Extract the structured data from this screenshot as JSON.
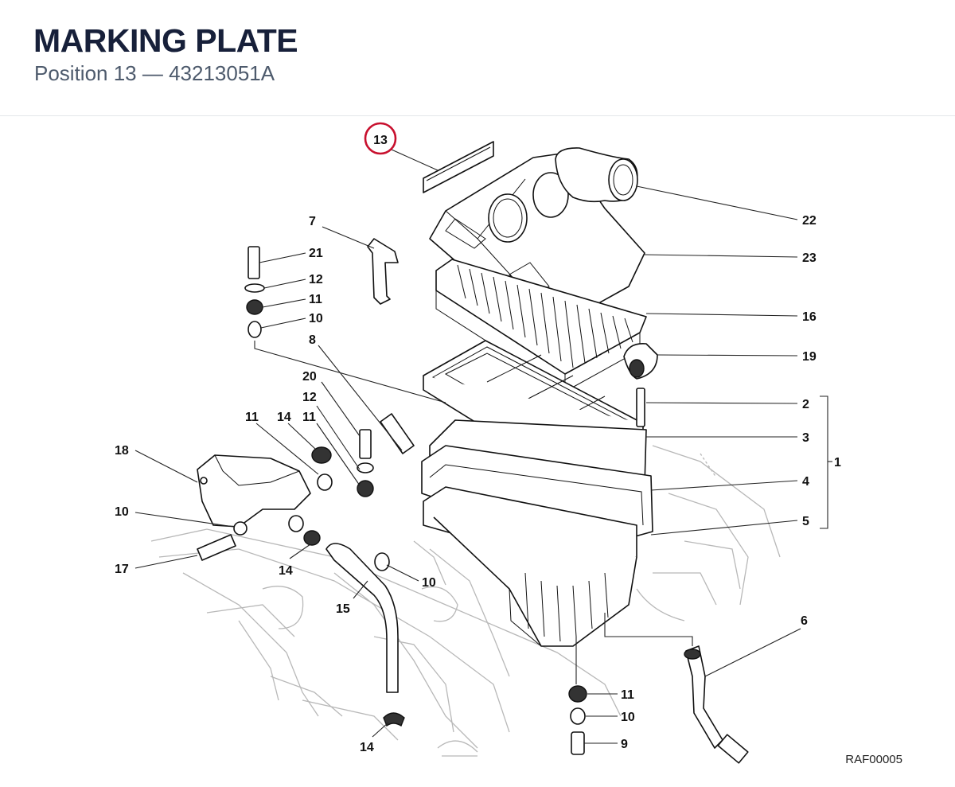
{
  "header": {
    "title": "MARKING PLATE",
    "subtitle": "Position 13 — 43213051A"
  },
  "highlight": {
    "position": "13",
    "ring_color": "#c8102e"
  },
  "reference_code": "RAF00005",
  "callouts": [
    "22",
    "23",
    "16",
    "19",
    "2",
    "3",
    "1",
    "4",
    "5",
    "7",
    "21",
    "12",
    "11",
    "10",
    "8",
    "20",
    "12",
    "11",
    "14",
    "11",
    "18",
    "10",
    "17",
    "14",
    "15",
    "10",
    "6",
    "11",
    "10",
    "9",
    "14"
  ],
  "colors": {
    "title": "#17203a",
    "subtitle": "#4d5a6c",
    "background_frame": "#b8b8b8",
    "part_line": "#111111"
  }
}
